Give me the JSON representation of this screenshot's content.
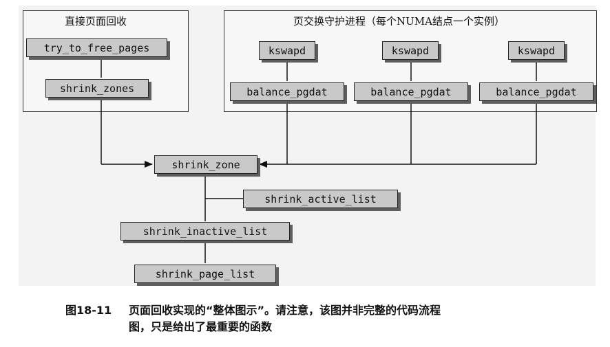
{
  "groups": {
    "direct": {
      "title": "直接页面回收"
    },
    "swap": {
      "title": "页交换守护进程（每个NUMA结点一个实例）"
    }
  },
  "functions": {
    "try_to_free_pages": "try_to_free_pages",
    "shrink_zones": "shrink_zones",
    "kswapd": "kswapd",
    "balance_pgdat": "balance_pgdat",
    "shrink_zone": "shrink_zone",
    "shrink_active_list": "shrink_active_list",
    "shrink_inactive_list": "shrink_inactive_list",
    "shrink_page_list": "shrink_page_list"
  },
  "caption": {
    "number": "图18-11",
    "line1": "页面回收实现的“整体图示”。请注意，该图并非完整的代码流程",
    "line2": "图，只是给出了最重要的函数"
  }
}
